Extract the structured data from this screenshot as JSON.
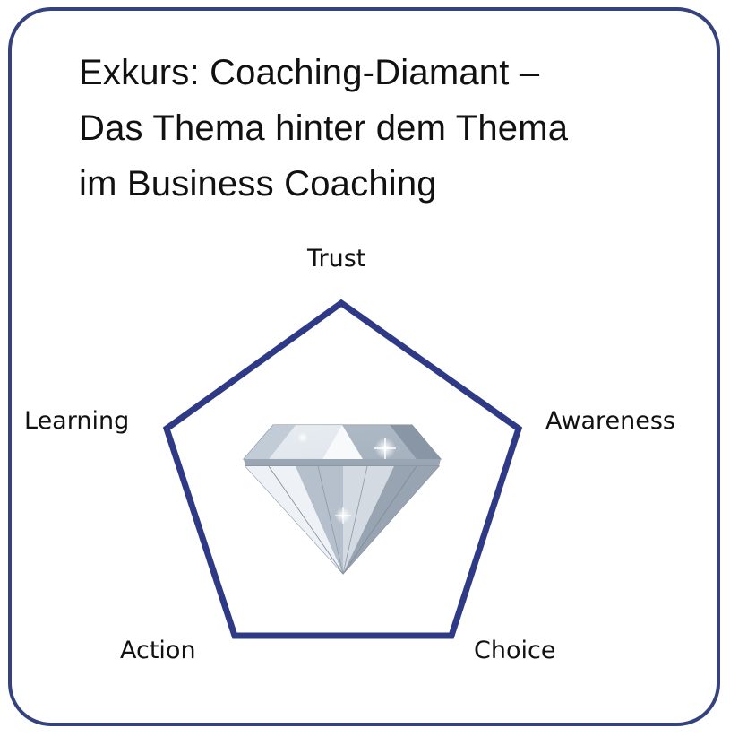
{
  "title": {
    "line1": "Exkurs: Coaching-Diamant –",
    "line2": "Das Thema hinter dem Thema",
    "line3": "im Business Coaching"
  },
  "diagram": {
    "vertices": {
      "top": "Trust",
      "right": "Awareness",
      "bottom_right": "Choice",
      "bottom_left": "Action",
      "left": "Learning"
    },
    "center_icon": "diamond-icon"
  },
  "colors": {
    "frame": "#34427e",
    "pentagon": "#2f3a87",
    "text": "#111111"
  }
}
